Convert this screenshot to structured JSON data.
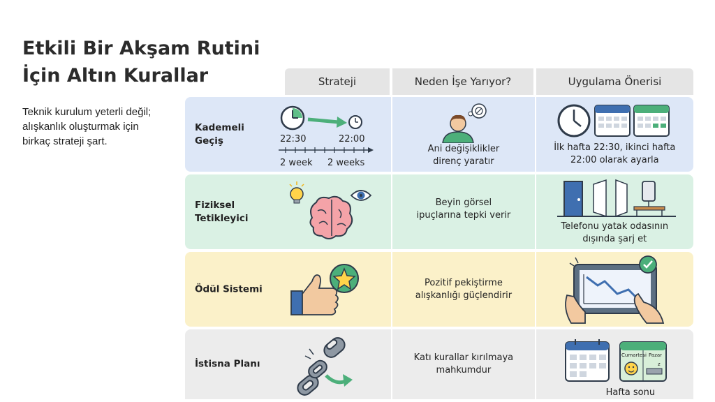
{
  "title": {
    "line1": "Etkili Bir Akşam Rutini",
    "line2": "İçin Altın Kurallar"
  },
  "subtitle": "Teknik kurulum yeterli değil; alışkanlık oluşturmak için birkaç strateji şart.",
  "headers": {
    "strategy": "Strateji",
    "why": "Neden İşe Yarıyor?",
    "tip": "Uygulama Önerisi"
  },
  "colors": {
    "row_blue": "#dde7f7",
    "row_green": "#daf1e4",
    "row_yellow": "#fbf1c9",
    "row_gray": "#ececec",
    "accent_green": "#4caf7a",
    "accent_blue": "#3f6fb0"
  },
  "rows": [
    {
      "label_line1": "Kademeli",
      "label_line2": "Geçiş",
      "illustration": {
        "icon": "clock-timeline-icon",
        "time_start": "22:30",
        "time_end": "22:00",
        "week_a": "2 week",
        "week_b": "2 weeks"
      },
      "why_line1": "Ani değişiklikler",
      "why_line2": "direnç yaratır",
      "tip_line1": "İlk hafta 22:30, ikinci hafta",
      "tip_line2": "22:00 olarak ayarla"
    },
    {
      "label_line1": "Fiziksel",
      "label_line2": "Tetikleyici",
      "illustration": {
        "icon": "brain-eye-icon"
      },
      "why_line1": "Beyin görsel",
      "why_line2": "ipuçlarına tepki verir",
      "tip_line1": "Telefonu yatak odasının",
      "tip_line2": "dışında şarj et"
    },
    {
      "label_line1": "Ödül Sistemi",
      "label_line2": "",
      "illustration": {
        "icon": "thumbs-up-star-icon"
      },
      "why_line1": "Pozitif pekiştirme",
      "why_line2": "alışkanlığı güçlendirir",
      "tip_line1": "",
      "tip_line2": ""
    },
    {
      "label_line1": "İstisna Planı",
      "label_line2": "",
      "illustration": {
        "icon": "broken-chain-icon"
      },
      "why_line1": "Katı kurallar kırılmaya",
      "why_line2": "mahkumdur",
      "tip_line1": "Hafta sonu",
      "tip_line2": "",
      "calendar_labels": {
        "saturday": "Cumartesi",
        "sunday": "Pazar"
      }
    }
  ]
}
